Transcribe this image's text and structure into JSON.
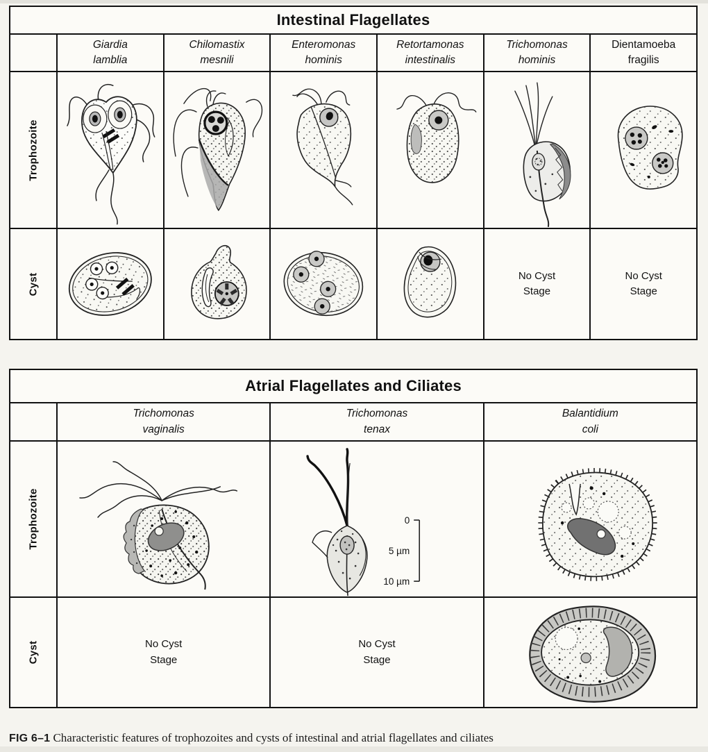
{
  "labels": {
    "trophozoite": "Trophozoite",
    "cyst": "Cyst",
    "no_cyst_line1": "No Cyst",
    "no_cyst_line2": "Stage"
  },
  "table1": {
    "title": "Intestinal Flagellates",
    "columns": [
      {
        "line1": "Giardia",
        "line2": "lamblia"
      },
      {
        "line1": "Chilomastix",
        "line2": "mesnili"
      },
      {
        "line1": "Enteromonas",
        "line2": "hominis"
      },
      {
        "line1": "Retortamonas",
        "line2": "intestinalis"
      },
      {
        "line1": "Trichomonas",
        "line2": "hominis"
      },
      {
        "line1": "Dientamoeba",
        "line2": "fragilis"
      }
    ]
  },
  "table2": {
    "title": "Atrial Flagellates and Ciliates",
    "columns": [
      {
        "line1": "Trichomonas",
        "line2": "vaginalis"
      },
      {
        "line1": "Trichomonas",
        "line2": "tenax"
      },
      {
        "line1": "Balantidium",
        "line2": "coli"
      }
    ]
  },
  "scale_bar": {
    "zero": "0",
    "five": "5 µm",
    "ten": "10 µm"
  },
  "caption": {
    "label": "FIG 6–1",
    "text": "Characteristic features of trophozoites and cysts of intestinal and atrial flagellates and ciliates"
  }
}
